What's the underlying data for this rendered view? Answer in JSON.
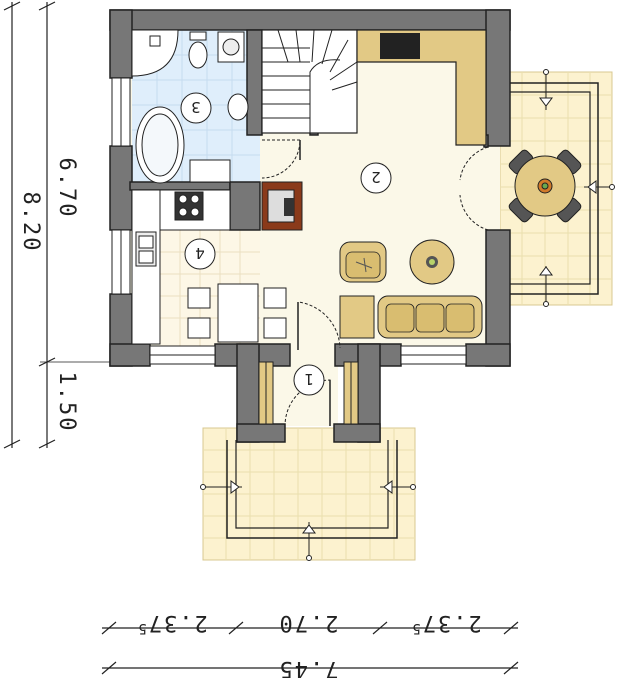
{
  "colors": {
    "wall": "#777777",
    "wall_dark": "#222222",
    "floor_living": "#fbf8e8",
    "floor_bath": "#dfeefb",
    "floor_kitchen": "#fdf7e6",
    "terrace": "#fcf2cf",
    "furniture": "#e2c985",
    "chimney": "#8a3a1a"
  },
  "rooms": [
    {
      "id": "entrance",
      "number": "1"
    },
    {
      "id": "living",
      "number": "2"
    },
    {
      "id": "bathroom",
      "number": "3"
    },
    {
      "id": "kitchen",
      "number": "4"
    }
  ],
  "dimensions": {
    "bottom_segments": [
      {
        "main": "2.37",
        "sup": "5"
      },
      {
        "main": "2.70",
        "sup": ""
      },
      {
        "main": "2.37",
        "sup": "5"
      }
    ],
    "bottom_total": "7.45",
    "left_total": "8.20",
    "left_upper": "6.70",
    "left_lower": "1.50"
  }
}
